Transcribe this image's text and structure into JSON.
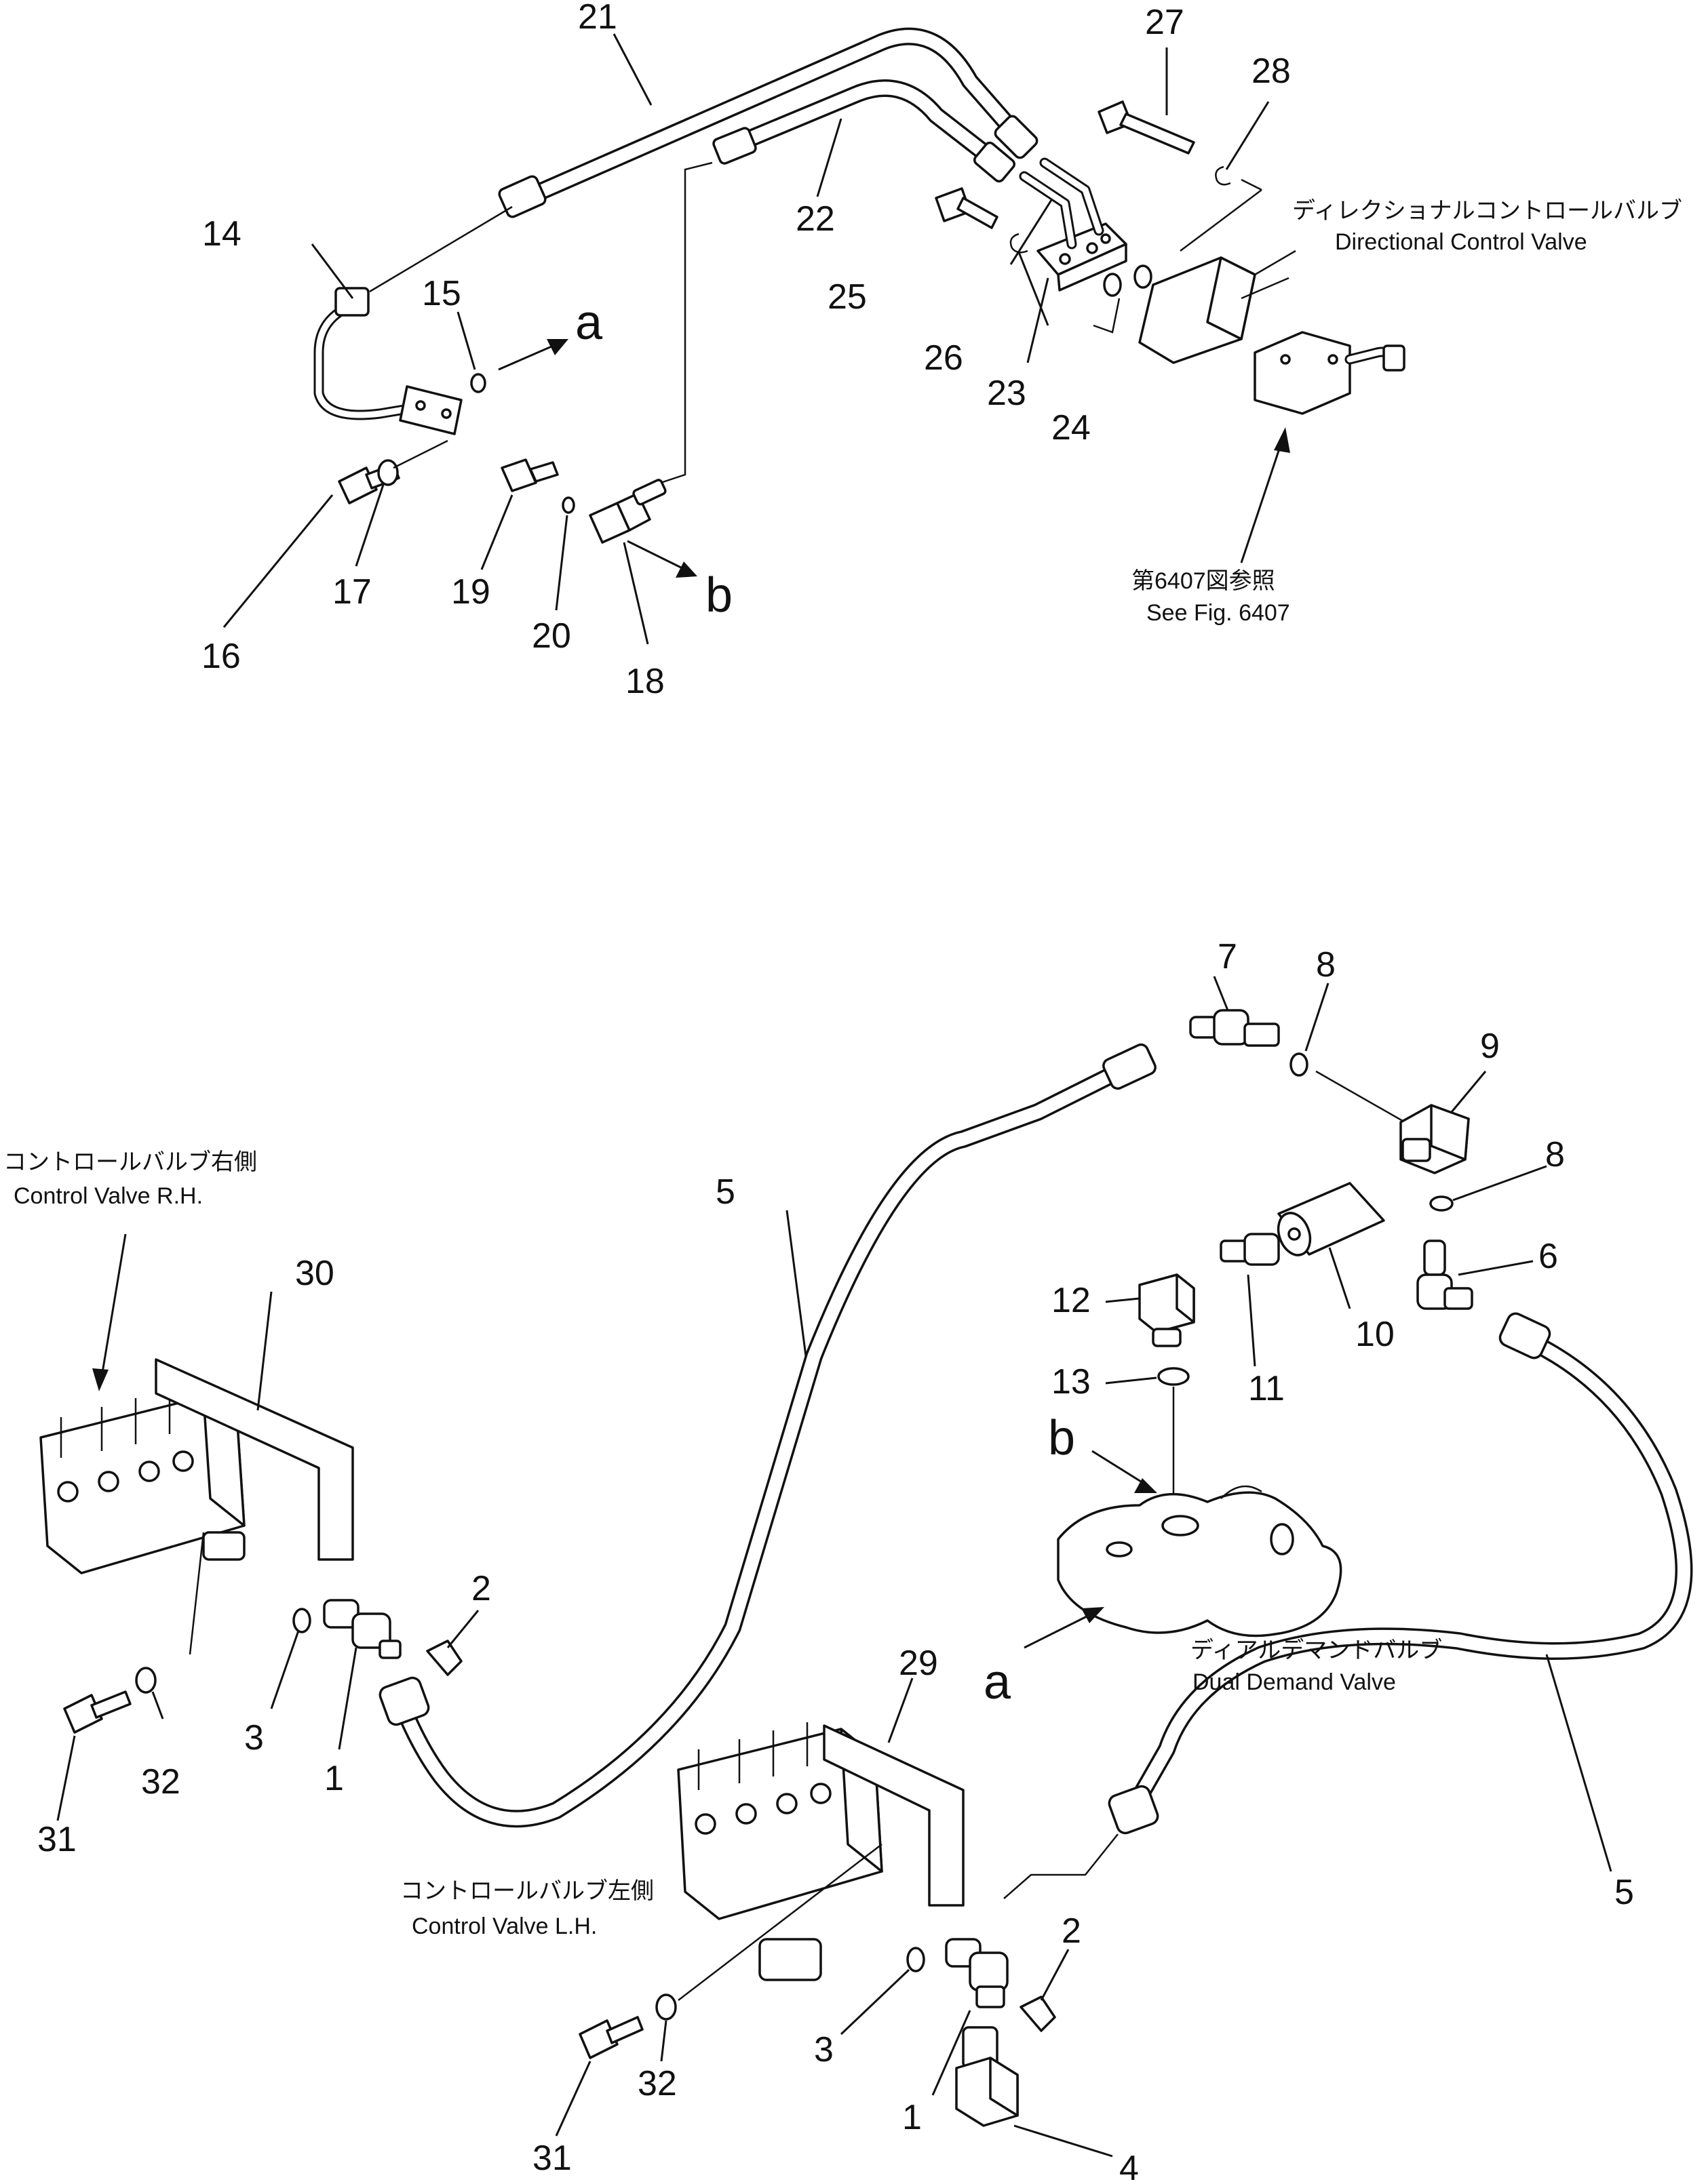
{
  "diagram": {
    "callouts": {
      "c1": "1",
      "c2": "2",
      "c3": "3",
      "c4": "4",
      "c5": "5",
      "c6": "6",
      "c7": "7",
      "c8": "8",
      "c9": "9",
      "c10": "10",
      "c11": "11",
      "c12": "12",
      "c13": "13",
      "c14": "14",
      "c15": "15",
      "c16": "16",
      "c17": "17",
      "c18": "18",
      "c19": "19",
      "c20": "20",
      "c21": "21",
      "c22": "22",
      "c23": "23",
      "c24": "24",
      "c25": "25",
      "c26": "26",
      "c27": "27",
      "c28": "28",
      "c29": "29",
      "c30": "30",
      "c31": "31",
      "c32": "32"
    },
    "refs": {
      "a": "a",
      "b": "b"
    },
    "labels": {
      "directional_valve_jp": "ディレクショナルコントロールバルブ",
      "directional_valve_en": "Directional Control Valve",
      "see_fig_jp": "第6407図参照",
      "see_fig_en": "See Fig. 6407",
      "cv_rh_jp": "コントロールバルブ右側",
      "cv_rh_en": "Control Valve R.H.",
      "cv_lh_jp": "コントロールバルブ左側",
      "cv_lh_en": "Control Valve L.H.",
      "dual_demand_jp": "ディアルデマンドバルブ",
      "dual_demand_en": "Dual Demand Valve"
    }
  }
}
